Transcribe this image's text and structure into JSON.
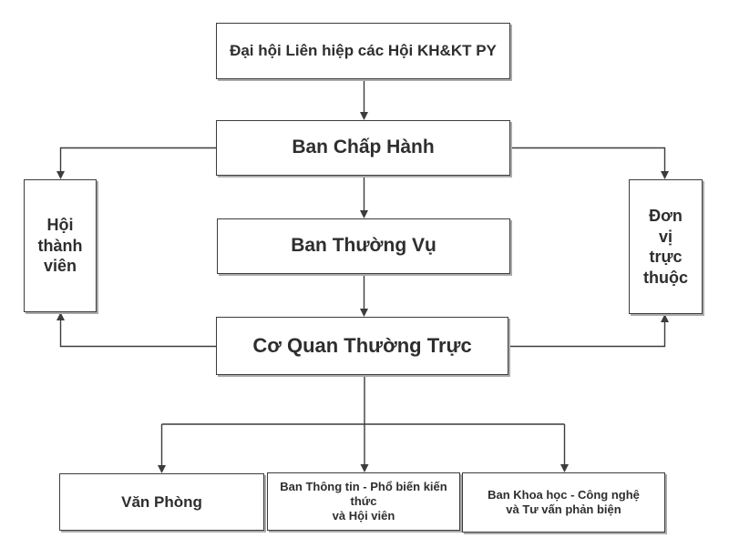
{
  "diagram": {
    "type": "org-chart",
    "colors": {
      "background": "#ffffff",
      "box_border": "#3c3c3c",
      "box_shadow": "#ababab",
      "line": "#3c3c3c",
      "text": "#2e2e2e"
    }
  },
  "nodes": {
    "dai_hoi": "Đại hội Liên hiệp các Hội KH&KT PY",
    "ban_chap_hanh": "Ban Chấp Hành",
    "ban_thuong_vu": "Ban Thường Vụ",
    "co_quan_thuong_truc": "Cơ Quan Thường Trực",
    "hoi_thanh_vien": "Hội\nthành\nviên",
    "don_vi_truc_thuoc": "Đơn\nvị\ntrực\nthuộc",
    "van_phong": "Văn Phòng",
    "ban_thong_tin": "Ban Thông tin - Phổ biến kiến thức\nvà Hội viên",
    "ban_khoa_hoc": "Ban Khoa học - Công nghệ\nvà Tư vấn phản biện"
  },
  "edges": [
    {
      "from": "dai_hoi",
      "to": "ban_chap_hanh"
    },
    {
      "from": "ban_chap_hanh",
      "to": "ban_thuong_vu"
    },
    {
      "from": "ban_thuong_vu",
      "to": "co_quan_thuong_truc"
    },
    {
      "from": "ban_chap_hanh",
      "to": "hoi_thanh_vien"
    },
    {
      "from": "ban_chap_hanh",
      "to": "don_vi_truc_thuoc"
    },
    {
      "from": "co_quan_thuong_truc",
      "to": "hoi_thanh_vien"
    },
    {
      "from": "co_quan_thuong_truc",
      "to": "don_vi_truc_thuoc"
    },
    {
      "from": "co_quan_thuong_truc",
      "to": "van_phong"
    },
    {
      "from": "co_quan_thuong_truc",
      "to": "ban_thong_tin"
    },
    {
      "from": "co_quan_thuong_truc",
      "to": "ban_khoa_hoc"
    }
  ]
}
